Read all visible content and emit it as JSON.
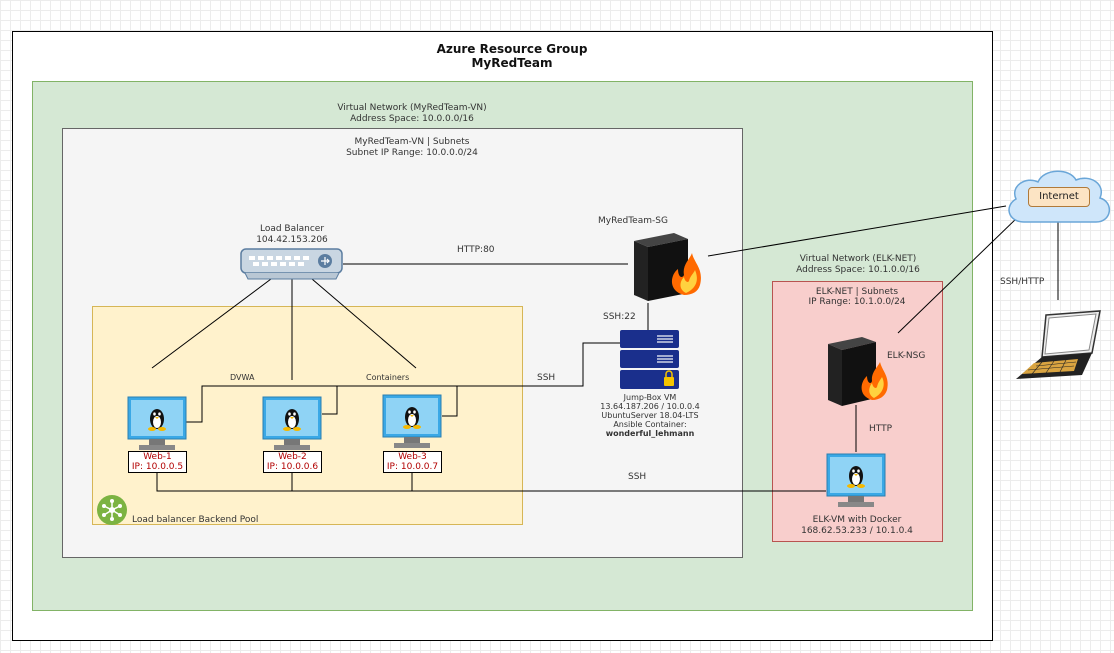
{
  "resource_group": {
    "title": "Azure Resource Group",
    "name": "MyRedTeam"
  },
  "vnet_red": {
    "title": "Virtual Network (MyRedTeam-VN)",
    "address": "Address Space: 10.0.0.0/16"
  },
  "subnet_red": {
    "title": "MyRedTeam-VN | Subnets",
    "range": "Subnet IP Range: 10.0.0.0/24"
  },
  "load_balancer": {
    "title": "Load Balancer",
    "ip": "104.42.153.206"
  },
  "nsg_red": {
    "label": "MyRedTeam-SG"
  },
  "links": {
    "http80": "HTTP:80",
    "ssh22": "SSH:22",
    "ssh": "SSH",
    "dvwa": "DVWA",
    "containers": "Containers",
    "elk_ssh": "SSH",
    "http": "HTTP",
    "ssh_http": "SSH/HTTP"
  },
  "jumpbox": {
    "line1": "Jump-Box VM",
    "line2": "13.64.187.206 / 10.0.0.4",
    "line3": "UbuntuServer 18.04-LTS",
    "line4": "Ansible Container:",
    "container": "wonderful_lehmann"
  },
  "webs": [
    {
      "name": "Web-1",
      "ip": "IP: 10.0.0.5"
    },
    {
      "name": "Web-2",
      "ip": "IP: 10.0.0.6"
    },
    {
      "name": "Web-3",
      "ip": "IP: 10.0.0.7"
    }
  ],
  "backend_pool": {
    "label": "Load balancer Backend Pool"
  },
  "vnet_elk": {
    "title": "Virtual Network (ELK-NET)",
    "address": "Address Space: 10.1.0.0/16"
  },
  "subnet_elk": {
    "title": "ELK-NET | Subnets",
    "range": "IP Range: 10.1.0.0/24"
  },
  "nsg_elk": {
    "label": "ELK-NSG"
  },
  "elk_vm": {
    "line1": "ELK-VM with Docker",
    "line2": "168.62.53.233 / 10.1.0.4"
  },
  "internet": {
    "label": "Internet"
  },
  "colors": {
    "vnet_green": "#d5e8d4",
    "vnet_border": "#82b366",
    "subnet_grey": "#f5f5f5",
    "pool_yellow": "#fff2cc",
    "pool_border": "#d6b656",
    "elk_pink": "#f8cecc",
    "elk_border": "#b85450",
    "jumpbox_blue": "#1a2f8c",
    "cloud_blue": "#cfe6fa",
    "internet_orange": "#fce4c4"
  }
}
